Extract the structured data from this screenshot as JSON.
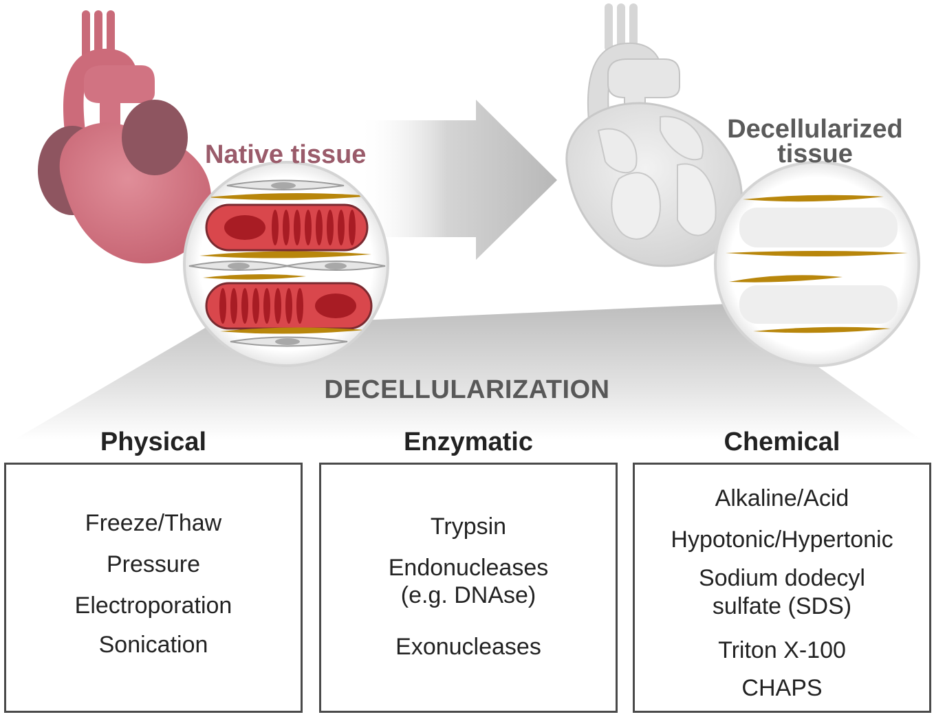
{
  "labels": {
    "native": "Native tissue",
    "decell_line1": "Decellularized",
    "decell_line2": "tissue",
    "process": "DECELLULARIZATION"
  },
  "columns": {
    "physical": {
      "title": "Physical",
      "items": [
        "Freeze/Thaw",
        "Pressure",
        "Electroporation",
        "Sonication"
      ]
    },
    "enzymatic": {
      "title": "Enzymatic",
      "items": [
        "Trypsin",
        "Endonucleases",
        "(e.g. DNAse)",
        "Exonucleases"
      ]
    },
    "chemical": {
      "title": "Chemical",
      "items": [
        "Alkaline/Acid",
        "Hypotonic/Hypertonic",
        "Sodium dodecyl",
        "sulfate (SDS)",
        "Triton X-100",
        "CHAPS"
      ]
    }
  },
  "colors": {
    "native_label": "#9a5b6a",
    "heart_pink": "#d77f8c",
    "atria": "#8e5560",
    "muscle_red": "#d9474c",
    "collagen_gold": "#b8860b",
    "grey_text": "#585858"
  },
  "icons": [
    "native-heart-icon",
    "decellularized-heart-icon",
    "process-arrow-icon",
    "native-tissue-magnifier-icon",
    "decellularized-tissue-magnifier-icon"
  ]
}
